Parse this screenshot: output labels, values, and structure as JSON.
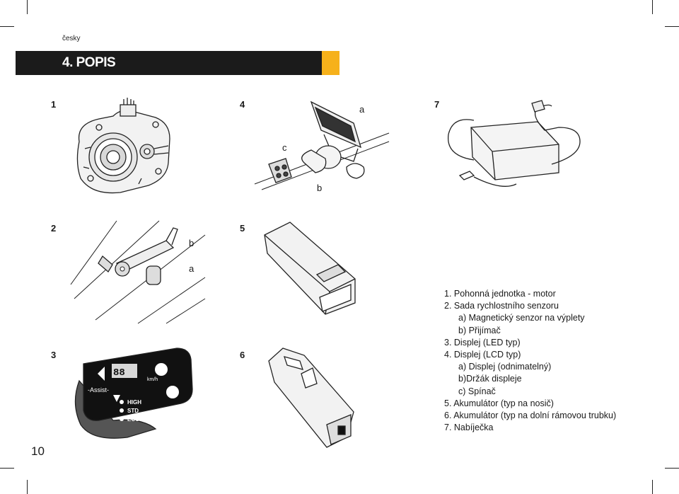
{
  "header": {
    "language": "česky",
    "section_title": "4. POPIS",
    "accent_color": "#f6b11b",
    "banner_color": "#1b1b1b"
  },
  "figures": {
    "numbers": [
      "1",
      "4",
      "7",
      "2",
      "5",
      "3",
      "6"
    ],
    "callouts_fig4": [
      "a",
      "c",
      "b"
    ],
    "callouts_fig2": [
      "b",
      "a"
    ],
    "led_display": {
      "digits": "88",
      "assist_label": "-Assist-",
      "modes": [
        "HIGH",
        "STD",
        "ECO"
      ],
      "unit": "km/h"
    }
  },
  "legend": [
    "1. Pohonná jednotka - motor",
    "2. Sada rychlostního senzoru",
    "a) Magnetický senzor na výplety",
    "b) Přijímač",
    "3. Displej (LED typ)",
    "4. Displej (LCD typ)",
    "a) Displej (odnimatelný)",
    "b)Držák displeje",
    "c) Spínač",
    "5. Akumulátor (typ na nosič)",
    "6. Akumulátor (typ na dolní rámovou trubku)",
    "7. Nabíječka"
  ],
  "page_number": "10"
}
